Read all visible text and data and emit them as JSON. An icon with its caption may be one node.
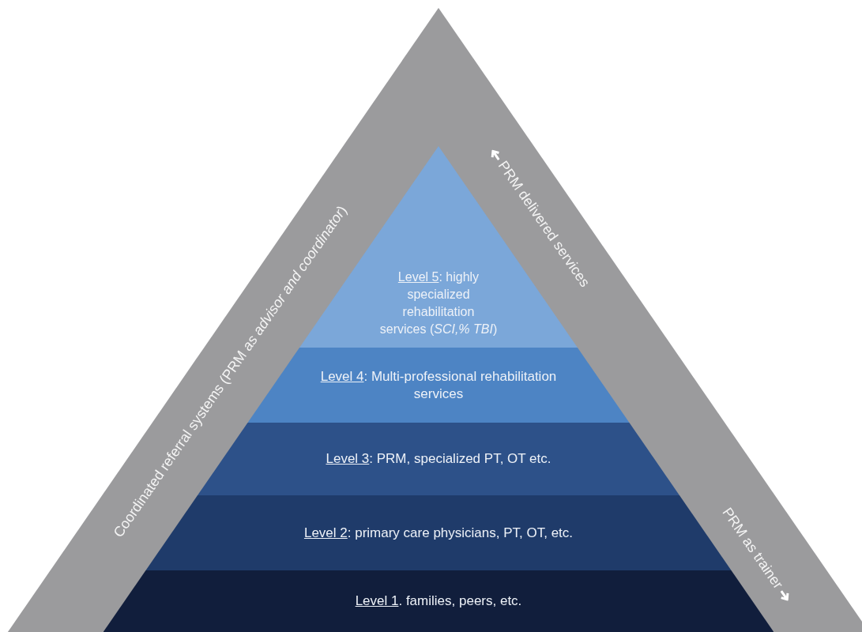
{
  "diagram": {
    "nodes": [
      {
        "text": [
          "Level 5: highly specialized rehabilitation services (*SCI,% TBI*)"
        ]
      },
      {
        "text": [
          "Level 4: Multi-professional rehabilitation services"
        ]
      },
      {
        "text": [
          "Level 3: PRM, specialized PT, OT etc."
        ]
      },
      {
        "text": [
          "Level 2: primary care physicians, PT, OT, etc."
        ]
      },
      {
        "text": [
          "Level 1. families, peers, etc."
        ]
      }
    ],
    "edges": [],
    "labels": [
      "Coordinated referral systems (PRM *as advisor and coordinator*)",
      "PRM delivered services",
      "PRM as trainer"
    ]
  }
}
